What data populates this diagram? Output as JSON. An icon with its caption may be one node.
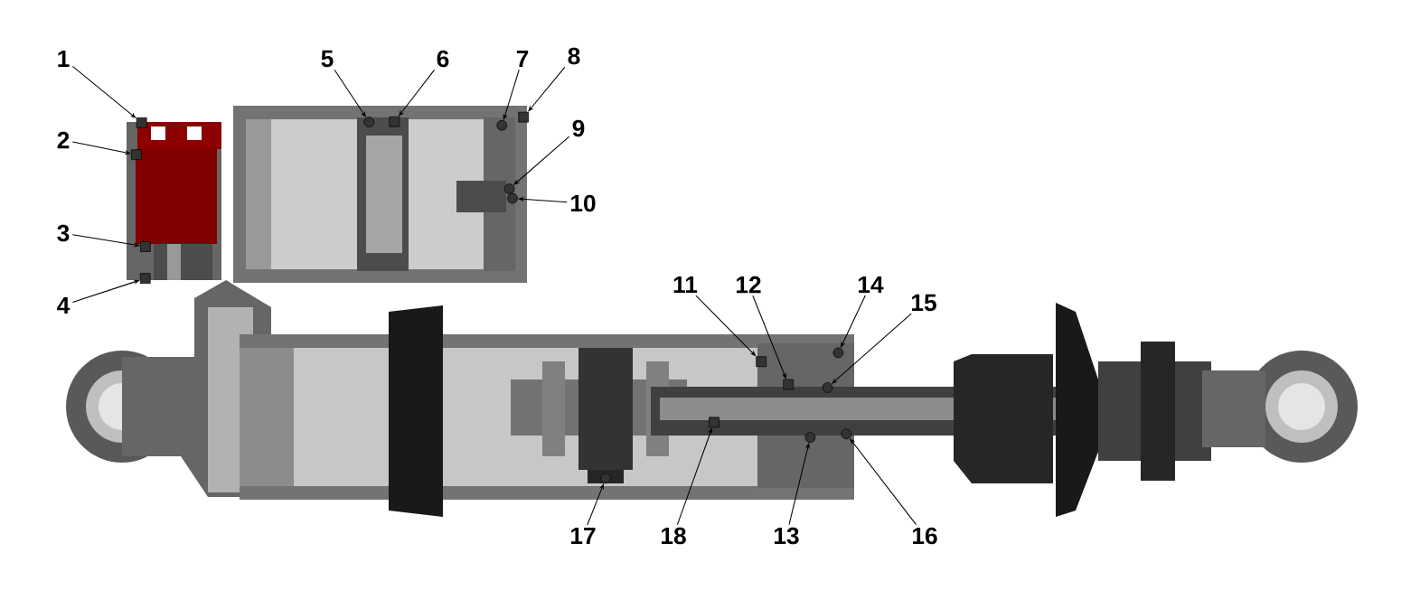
{
  "diagram": {
    "nodes": [
      {
        "text": [
          "1"
        ]
      },
      {
        "text": [
          "2"
        ]
      },
      {
        "text": [
          "3"
        ]
      },
      {
        "text": [
          "4"
        ]
      },
      {
        "text": [
          "5"
        ]
      },
      {
        "text": [
          "6"
        ]
      },
      {
        "text": [
          "7"
        ]
      },
      {
        "text": [
          "8"
        ]
      },
      {
        "text": [
          "9"
        ]
      },
      {
        "text": [
          "10"
        ]
      },
      {
        "text": [
          "11"
        ]
      },
      {
        "text": [
          "12"
        ]
      },
      {
        "text": [
          "13"
        ]
      },
      {
        "text": [
          "14"
        ]
      },
      {
        "text": [
          "15"
        ]
      },
      {
        "text": [
          "16"
        ]
      },
      {
        "text": [
          "17"
        ]
      },
      {
        "text": [
          "18"
        ]
      },
      {
        "text": [],
        "shape": "box"
      },
      {
        "text": [],
        "shape": "box"
      },
      {
        "text": [],
        "shape": "box"
      },
      {
        "text": [],
        "shape": "box"
      },
      {
        "text": [],
        "shape": "circle"
      },
      {
        "text": [],
        "shape": "box"
      },
      {
        "text": [],
        "shape": "circle"
      },
      {
        "text": [],
        "shape": "box"
      },
      {
        "text": [],
        "shape": "circle"
      },
      {
        "text": [],
        "shape": "circle"
      },
      {
        "text": [],
        "shape": "box"
      },
      {
        "text": [],
        "shape": "box"
      },
      {
        "text": [],
        "shape": "circle"
      },
      {
        "text": [],
        "shape": "circle"
      },
      {
        "text": [],
        "shape": "circle"
      },
      {
        "text": [],
        "shape": "circle"
      },
      {
        "text": [],
        "shape": "circle"
      },
      {
        "text": [],
        "shape": "box"
      }
    ],
    "edges": [
      {
        "from": 0,
        "to": 18,
        "arrow": "to"
      },
      {
        "from": 1,
        "to": 19,
        "arrow": "to"
      },
      {
        "from": 2,
        "to": 20,
        "arrow": "to"
      },
      {
        "from": 3,
        "to": 21,
        "arrow": "to"
      },
      {
        "from": 4,
        "to": 22,
        "arrow": "to"
      },
      {
        "from": 5,
        "to": 23,
        "arrow": "to"
      },
      {
        "from": 6,
        "to": 24,
        "arrow": "to"
      },
      {
        "from": 7,
        "to": 25,
        "arrow": "to"
      },
      {
        "from": 8,
        "to": 26,
        "arrow": "to"
      },
      {
        "from": 9,
        "to": 27,
        "arrow": "to"
      },
      {
        "from": 10,
        "to": 28,
        "arrow": "to"
      },
      {
        "from": 11,
        "to": 29,
        "arrow": "to"
      },
      {
        "from": 12,
        "to": 30,
        "arrow": "to"
      },
      {
        "from": 13,
        "to": 31,
        "arrow": "to"
      },
      {
        "from": 14,
        "to": 32,
        "arrow": "to"
      },
      {
        "from": 15,
        "to": 33,
        "arrow": "to"
      },
      {
        "from": 16,
        "to": 34,
        "arrow": "to"
      },
      {
        "from": 17,
        "to": 35,
        "arrow": "to"
      }
    ]
  }
}
